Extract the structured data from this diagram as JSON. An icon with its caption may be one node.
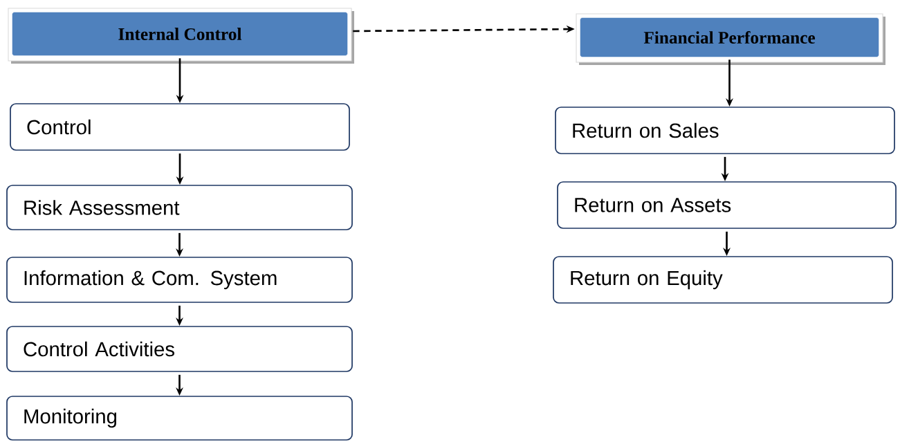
{
  "diagram": {
    "nodes": [
      {
        "text": [
          "Internal Control"
        ]
      },
      {
        "text": [
          "Control"
        ]
      },
      {
        "text": [
          "Risk Assessment"
        ]
      },
      {
        "text": [
          "Information & Com. System"
        ]
      },
      {
        "text": [
          "Control Activities"
        ]
      },
      {
        "text": [
          "Monitoring"
        ]
      },
      {
        "text": [
          "Financial Performance"
        ]
      },
      {
        "text": [
          "Return on Sales"
        ]
      },
      {
        "text": [
          "Return on Assets"
        ]
      },
      {
        "text": [
          "Return on Equity"
        ]
      }
    ],
    "edges": [
      {
        "from": 0,
        "to": 1,
        "arrow": "to"
      },
      {
        "from": 1,
        "to": 2,
        "arrow": "to"
      },
      {
        "from": 2,
        "to": 3,
        "arrow": "to"
      },
      {
        "from": 3,
        "to": 4,
        "arrow": "to"
      },
      {
        "from": 4,
        "to": 5,
        "arrow": "to"
      },
      {
        "from": 0,
        "to": 6,
        "arrow": "to",
        "style": "dashed"
      },
      {
        "from": 6,
        "to": 7,
        "arrow": "to"
      },
      {
        "from": 7,
        "to": 8,
        "arrow": "to"
      },
      {
        "from": 8,
        "to": 9,
        "arrow": "to"
      }
    ]
  }
}
